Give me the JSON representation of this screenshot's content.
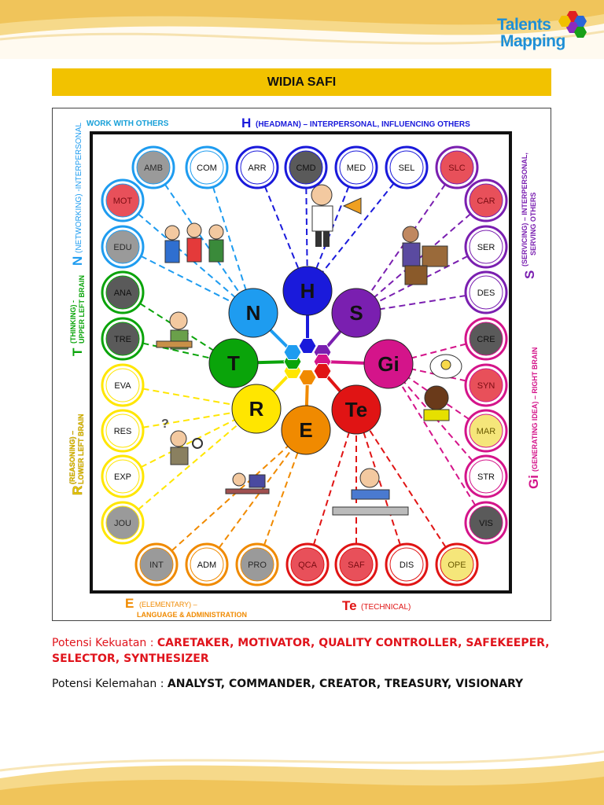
{
  "brand": {
    "line1": "Talents",
    "line2": "Mapping"
  },
  "header": {
    "name": "WIDIA SAFI"
  },
  "diagram": {
    "labels": {
      "work_with_others": "WORK WITH OTHERS",
      "h_letter": "H",
      "h_text": "(HEADMAN) – INTERPERSONAL, INFLUENCING OTHERS",
      "n_letter": "N",
      "n_text": "(NETWORKING) -INTERPERSONAL",
      "s_letter": "S",
      "s_text1": "(SERVICING) – INTERPERSONAL,",
      "s_text2": "SERVING OTHERS",
      "t_letter": "T",
      "t_text1": "(THINKING) -",
      "t_text2": "UPPER LEFT BRAIN",
      "gi_letter": "Gi",
      "gi_text": "(GENERATING IDEA) – RIGHT BRAIN",
      "r_letter": "R",
      "r_text1": "(REASONING) –",
      "r_text2": "LOWER LEFT BRAIN",
      "e_letter": "E",
      "e_text1": "(ELEMENTARY) –",
      "e_text2": "LANGUAGE & ADMINISTRATION",
      "te_letter": "Te",
      "te_text": "(TECHNICAL)"
    },
    "clusters": [
      {
        "label": "H",
        "color": "#1a1adb"
      },
      {
        "label": "S",
        "color": "#7a1fb0"
      },
      {
        "label": "Gi",
        "color": "#d4148a"
      },
      {
        "label": "Te",
        "color": "#e01414"
      },
      {
        "label": "E",
        "color": "#f08a00"
      },
      {
        "label": "R",
        "color": "#ffe600"
      },
      {
        "label": "T",
        "color": "#0aa40a"
      },
      {
        "label": "N",
        "color": "#1e9cf0"
      }
    ],
    "top_row": [
      {
        "code": "AMB",
        "status": "weak"
      },
      {
        "code": "COM",
        "status": "neutral"
      },
      {
        "code": "ARR",
        "status": "neutral"
      },
      {
        "code": "CMD",
        "status": "weakest"
      },
      {
        "code": "MED",
        "status": "neutral"
      },
      {
        "code": "SEL",
        "status": "neutral"
      },
      {
        "code": "SLC",
        "status": "strong"
      }
    ],
    "left_col": [
      {
        "code": "MOT",
        "status": "strong"
      },
      {
        "code": "EDU",
        "status": "weak"
      },
      {
        "code": "ANA",
        "status": "weakest"
      },
      {
        "code": "TRE",
        "status": "weakest"
      },
      {
        "code": "EVA",
        "status": "neutral"
      },
      {
        "code": "RES",
        "status": "neutral"
      },
      {
        "code": "EXP",
        "status": "neutral"
      },
      {
        "code": "JOU",
        "status": "weak"
      }
    ],
    "right_col": [
      {
        "code": "CAR",
        "status": "strong"
      },
      {
        "code": "SER",
        "status": "neutral"
      },
      {
        "code": "DES",
        "status": "neutral"
      },
      {
        "code": "CRE",
        "status": "weakest"
      },
      {
        "code": "SYN",
        "status": "strong"
      },
      {
        "code": "MAR",
        "status": "mid"
      },
      {
        "code": "STR",
        "status": "neutral"
      },
      {
        "code": "VIS",
        "status": "weakest"
      }
    ],
    "bottom_row": [
      {
        "code": "INT",
        "status": "weak"
      },
      {
        "code": "ADM",
        "status": "neutral"
      },
      {
        "code": "PRO",
        "status": "weak"
      },
      {
        "code": "QCA",
        "status": "strong"
      },
      {
        "code": "SAF",
        "status": "strong"
      },
      {
        "code": "DIS",
        "status": "neutral"
      },
      {
        "code": "OPE",
        "status": "mid"
      }
    ]
  },
  "potensi": {
    "kuat_label": "Potensi Kekuatan : ",
    "kuat_value": "CARETAKER, MOTIVATOR, QUALITY CONTROLLER, SAFEKEEPER, SELECTOR, SYNTHESIZER",
    "lemah_label": "Potensi Kelemahan : ",
    "lemah_value": "ANALYST, COMMANDER, CREATOR, TREASURY, VISIONARY"
  }
}
